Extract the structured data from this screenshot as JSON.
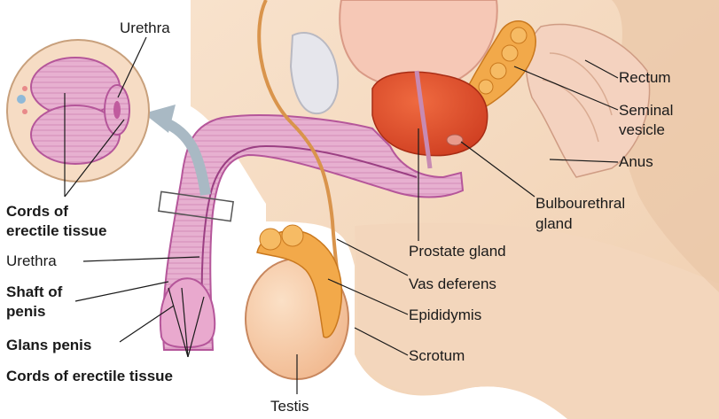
{
  "labels": {
    "urethra_top": "Urethra",
    "cords_left_1": "Cords of",
    "cords_left_2": "erectile tissue",
    "urethra_left": "Urethra",
    "shaft_1": "Shaft of",
    "shaft_2": "penis",
    "glans": "Glans penis",
    "cords_bottom": "Cords of erectile tissue",
    "rectum": "Rectum",
    "seminal_1": "Seminal",
    "seminal_2": "vesicle",
    "anus": "Anus",
    "bulbo_1": "Bulbourethral",
    "bulbo_2": "gland",
    "prostate": "Prostate gland",
    "vas": "Vas deferens",
    "epididymis": "Epididymis",
    "scrotum": "Scrotum",
    "testis": "Testis"
  },
  "colors": {
    "skin": "#f6dcc4",
    "skin_dark": "#ecc4a0",
    "penis_tissue": "#e3a6c8",
    "penis_border": "#b5569a",
    "prostate": "#e0452a",
    "seminal": "#f2a94a",
    "testis": "#f6c29a",
    "arrow": "#a9b9c4",
    "text": "#1a1a1a"
  }
}
